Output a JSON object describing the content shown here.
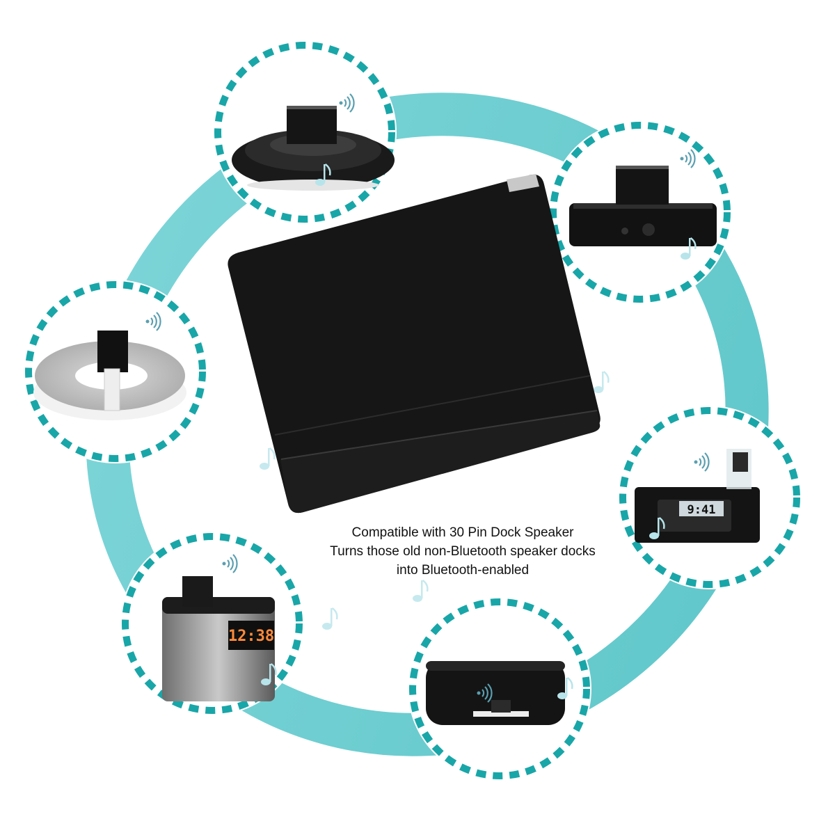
{
  "caption": {
    "line1": "Compatible with 30 Pin Dock Speaker",
    "line2": "Turns those old non-Bluetooth speaker docks",
    "line3": "into Bluetooth-enabled"
  },
  "clock_readouts": {
    "dock_clock": "9:41",
    "cube_clock": "12:38"
  },
  "colors": {
    "ring": "#6ccfd2",
    "dash": "#19a6a8",
    "adapter": "#161616",
    "note": "#b7e4ea"
  },
  "icons": [
    "wireless-signal-icon",
    "music-note-icon"
  ]
}
